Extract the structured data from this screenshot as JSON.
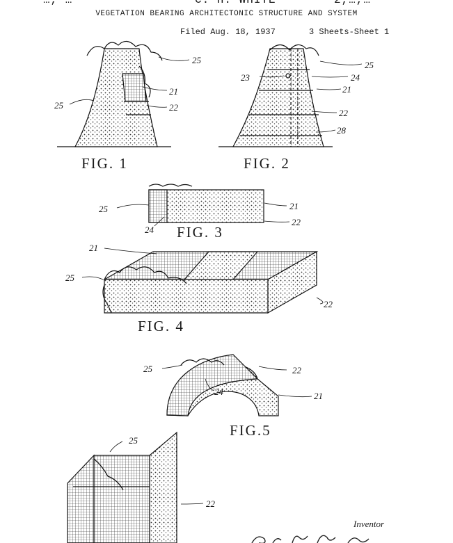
{
  "header": {
    "top_left": "…, …",
    "top_center": "C. H. WHITE",
    "top_right": "2,…,…",
    "subtitle": "VEGETATION BEARING ARCHITECTONIC STRUCTURE AND SYSTEM",
    "filed": "Filed Aug. 18, 1937",
    "sheets": "3 Sheets-Sheet 1"
  },
  "figures": {
    "fig1": {
      "label": "FIG. 1",
      "refs": {
        "a": "25",
        "b": "21",
        "c": "22",
        "d": "25"
      }
    },
    "fig2": {
      "label": "FIG. 2",
      "refs": {
        "a": "25",
        "b": "24",
        "c": "23",
        "d": "21",
        "e": "22",
        "f": "28"
      }
    },
    "fig3": {
      "label": "FIG. 3",
      "refs": {
        "a": "25",
        "b": "21",
        "c": "22",
        "d": "24"
      }
    },
    "fig4": {
      "label": "FIG. 4",
      "refs": {
        "a": "21",
        "b": "25",
        "c": "22"
      }
    },
    "fig5": {
      "label": "FIG.5",
      "refs": {
        "a": "25",
        "b": "22",
        "c": "24",
        "d": "21"
      }
    },
    "fig6": {
      "refs": {
        "a": "25",
        "b": "22"
      }
    }
  },
  "footer": {
    "inventor_label": "Inventor"
  }
}
